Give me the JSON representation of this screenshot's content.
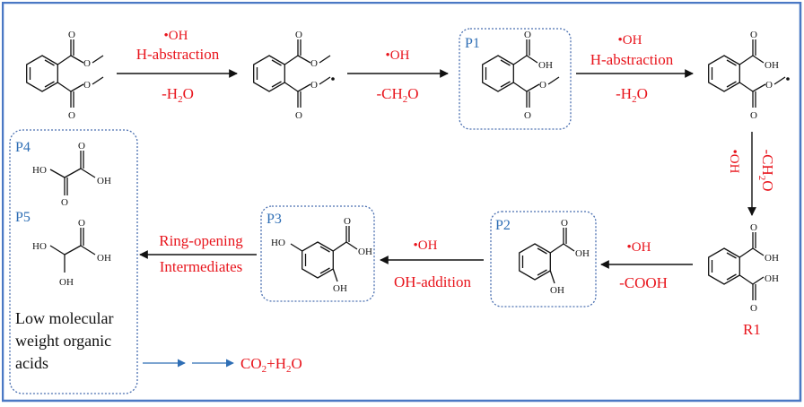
{
  "colors": {
    "frame": "#4a78c4",
    "label_red": "#e8141c",
    "label_blue": "#2e6eb5",
    "box_border": "#4a6fb0"
  },
  "molecules": {
    "p1": {
      "label": "P1",
      "oh": "OH"
    },
    "int2": {
      "oh": "OH"
    },
    "r1": {
      "label": "R1",
      "oh_top": "OH",
      "oh_bottom": "OH"
    },
    "p2": {
      "label": "P2",
      "oh_acid": "OH",
      "oh_ring": "OH"
    },
    "p3": {
      "label": "P3",
      "ho": "HO",
      "oh_acid": "OH",
      "oh_ring": "OH"
    },
    "p4": {
      "label": "P4",
      "ho": "HO",
      "oh": "OH"
    },
    "p5": {
      "label": "P5",
      "ho": "HO",
      "oh": "OH",
      "oh_bottom": "OH"
    }
  },
  "arrows": {
    "a1": {
      "top1": "•OH",
      "top2": "H-abstraction",
      "bottom": "-H",
      "bottom_sub": "2",
      "bottom_end": "O"
    },
    "a2": {
      "top": "•OH",
      "bottom": "-CH",
      "bottom_sub": "2",
      "bottom_end": "O"
    },
    "a3": {
      "top1": "•OH",
      "top2": "H-abstraction",
      "bottom": "-H",
      "bottom_sub": "2",
      "bottom_end": "O"
    },
    "a4": {
      "left": "•OH",
      "right": "-CH",
      "right_sub": "2",
      "right_end": "O"
    },
    "a5": {
      "top": "•OH",
      "bottom": "-COOH"
    },
    "a6": {
      "top": "•OH",
      "bottom": "OH-addition"
    },
    "a7": {
      "top": "Ring-opening",
      "bottom": "Intermediates"
    }
  },
  "final": {
    "text1": "Low molecular",
    "text2": "weight organic",
    "text3": "acids",
    "product": "CO",
    "product_sub": "2",
    "product_mid": "+H",
    "product_sub2": "2",
    "product_end": "O"
  }
}
